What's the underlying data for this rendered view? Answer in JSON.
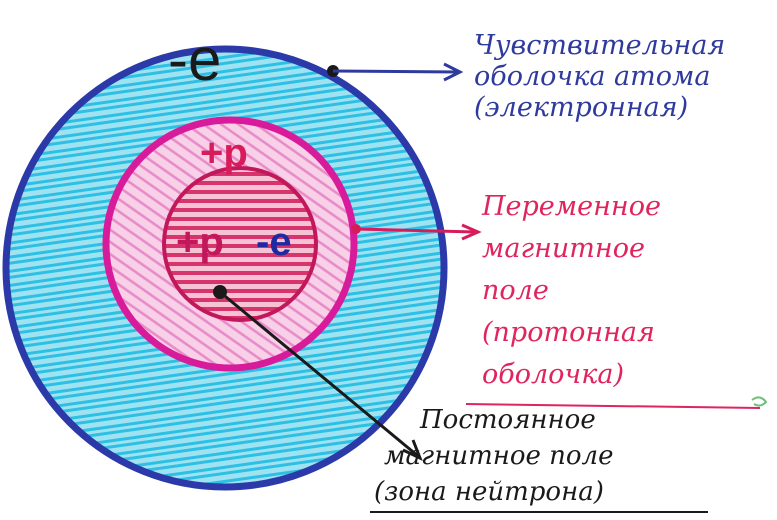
{
  "symbols": {
    "outer": "-e",
    "middle": "+p",
    "core_p": "+p",
    "core_e": "-e"
  },
  "labels": {
    "electron_shell": [
      "Чувствительная",
      "оболочка атома",
      "(электронная)"
    ],
    "variable_field": [
      "Переменное",
      "магнитное",
      "поле",
      "(протонная",
      "оболочка)"
    ],
    "constant_field": [
      "Постоянное",
      "магнитное поле",
      "(зона нейтрона)"
    ]
  },
  "colors": {
    "outer_ring": "#2b3aa8",
    "outer_fill": "#43c8e6",
    "middle_ring": "#d81b9a",
    "middle_fill": "#f3a6d6",
    "core_ring": "#c2185b",
    "core_fill": "#e64a7a",
    "pink_text": "#e0245e",
    "blue_text": "#2f3a9e"
  }
}
